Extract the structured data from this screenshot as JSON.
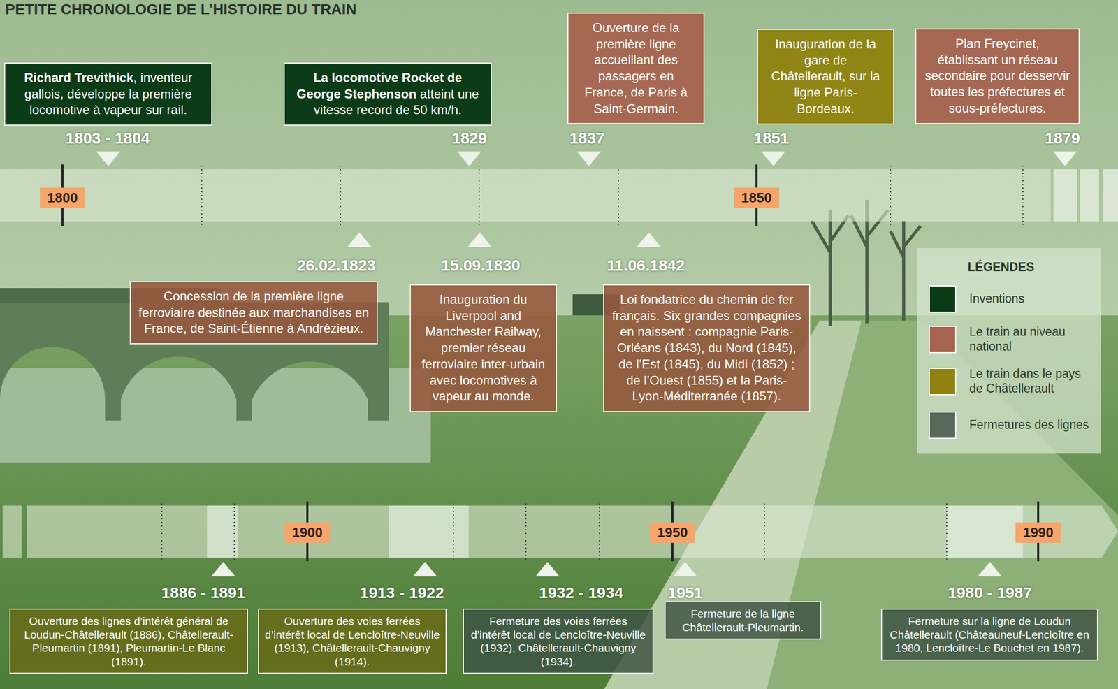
{
  "diagram": {
    "title": "PETITE CHRONOLOGIE DE L’HISTOIRE DU TRAIN",
    "nodes": [
      {
        "text": [
          "1803 - 1804",
          "Richard Trevithick, inventeur gallois, développe la première locomotive à vapeur sur rail."
        ]
      },
      {
        "text": [
          "1829",
          "La locomotive Rocket de George Stephenson atteint une vitesse record de 50 km/h."
        ]
      },
      {
        "text": [
          "1837",
          "Ouverture de la première ligne accueillant des passagers en France, de Paris à Saint-Germain."
        ]
      },
      {
        "text": [
          "1851",
          "Inauguration de la gare de Châtellerault, sur la ligne Paris-Bordeaux."
        ]
      },
      {
        "text": [
          "1879",
          "Plan Freycinet, établissant un réseau secondaire pour desservir toutes les préfectures et sous-préfectures."
        ]
      },
      {
        "text": [
          "26.02.1823",
          "Concession de la première ligne ferroviaire destinée aux marchandises en France, de Saint-Étienne à Andrézieux."
        ]
      },
      {
        "text": [
          "15.09.1830",
          "Inauguration du Liverpool and Manchester Railway, premier réseau ferroviaire inter-urbain avec locomotives à vapeur au monde."
        ]
      },
      {
        "text": [
          "11.06.1842",
          "Loi fondatrice du chemin de fer français. Six grandes compagnies en naissent : compagnie Paris-Orléans (1843), du Nord (1845), de l’Est (1845), du Midi (1852) ; de l’Ouest (1855) et la Paris-Lyon-Méditerranée (1857)."
        ]
      },
      {
        "text": [
          "1886 - 1891",
          "Ouverture des lignes d’intérêt général de Loudun-Châtellerault (1886), Châtellerault-Pleumartin (1891), Pleumartin-Le Blanc (1891)."
        ]
      },
      {
        "text": [
          "1913 - 1922",
          "Ouverture des voies ferrées d’intérêt local de Lencloître-Neuville (1913), Châtellerault-Chauvigny (1914)."
        ]
      },
      {
        "text": [
          "1932 - 1934",
          "Fermeture des voies ferrées d’intérêt local de Lencloître-Neuville (1932), Châtellerault-Chauvigny (1934)."
        ]
      },
      {
        "text": [
          "1951",
          "Fermeture de la ligne Châtellerault-Pleumartin."
        ]
      },
      {
        "text": [
          "1980 - 1987",
          "Fermeture sur la ligne de Loudun Châtellerault (Châteauneuf-Lencloître en 1980, Lencloître-Le Bouchet en 1987)."
        ]
      }
    ],
    "labels": [
      "1800",
      "1850",
      "1900",
      "1950",
      "1990",
      "LÉGENDES"
    ],
    "legend": [
      {
        "text": "Inventions",
        "color": "#0c3b17"
      },
      {
        "text": "Le train au niveau national",
        "color": "#a6634e"
      },
      {
        "text": "Le train dans le pays de Châtellerault",
        "color": "#8f8210"
      },
      {
        "text": "Fermetures des lignes",
        "color": "#56695b"
      }
    ]
  }
}
